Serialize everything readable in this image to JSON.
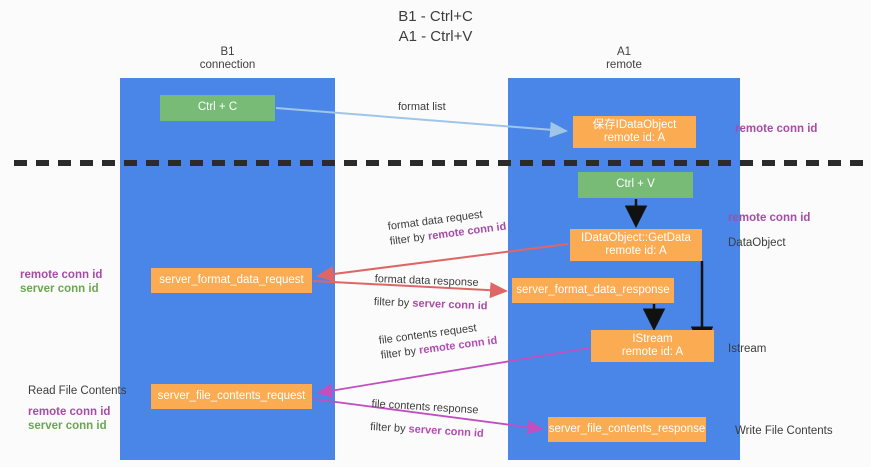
{
  "title": {
    "line1": "B1 - Ctrl+C",
    "line2": "A1 - Ctrl+V"
  },
  "lanes": [
    {
      "id": "b1",
      "name": "B1",
      "role": "connection"
    },
    {
      "id": "a1",
      "name": "A1",
      "role": "remote"
    }
  ],
  "nodes": {
    "ctrl_c": {
      "line1": "Ctrl + C",
      "line2": "",
      "color": "#77bb77"
    },
    "save_idataobject": {
      "line1": "保存IDataObject",
      "line2": "remote id: A",
      "color": "#fbab52"
    },
    "ctrl_v": {
      "line1": "Ctrl + V",
      "line2": "",
      "color": "#77bb77"
    },
    "getdata": {
      "line1": "IDataObject::GetData",
      "line2": "remote id: A",
      "color": "#fbab52"
    },
    "server_format_data_request": {
      "line1": "server_format_data_request",
      "line2": "",
      "color": "#fbab52"
    },
    "server_format_data_response": {
      "line1": "server_format_data_response",
      "line2": "",
      "color": "#fbab52"
    },
    "istream": {
      "line1": "IStream",
      "line2": "remote id: A",
      "color": "#fbab52"
    },
    "server_file_contents_request": {
      "line1": "server_file_contents_request",
      "line2": "",
      "color": "#fbab52"
    },
    "server_file_contents_response": {
      "line1": "server_file_contents_response",
      "line2": "",
      "color": "#fbab52"
    }
  },
  "edges": {
    "format_list": {
      "text": "format list"
    },
    "format_data_request": {
      "line1": "format data request",
      "filter_prefix": "filter by ",
      "filter_key": "remote conn id"
    },
    "format_data_response": {
      "line1": "format data response",
      "filter_prefix": "filter by ",
      "filter_key": "server conn id"
    },
    "file_contents_request": {
      "line1": "file contents request",
      "filter_prefix": "filter by ",
      "filter_key": "remote conn id"
    },
    "file_contents_response": {
      "line1": "file contents response",
      "filter_prefix": "filter by ",
      "filter_key": "server conn id"
    }
  },
  "annotations": {
    "remote_conn_id_top": "remote conn id",
    "remote_conn_id_mid": "remote conn id",
    "dataobject": "DataObject",
    "istream_label": "Istream",
    "write_file_contents": "Write File Contents",
    "read_file_contents": "Read File Contents",
    "remote_conn_id_left_a": "remote conn id",
    "server_conn_id_left_a": "server conn id",
    "remote_conn_id_left_b": "remote conn id",
    "server_conn_id_left_b": "server conn id"
  },
  "colors": {
    "lane": "#4a86e8",
    "green_node": "#77bb77",
    "orange_node": "#fbab52",
    "purple_text": "#a64ca6",
    "green_text": "#6aa84f",
    "arrow_blue": "#9fc5e8",
    "arrow_red": "#e06666",
    "arrow_magenta": "#c050c0",
    "arrow_black": "#000000",
    "divider": "#2b2b2b",
    "background": "#fbfbfb"
  }
}
